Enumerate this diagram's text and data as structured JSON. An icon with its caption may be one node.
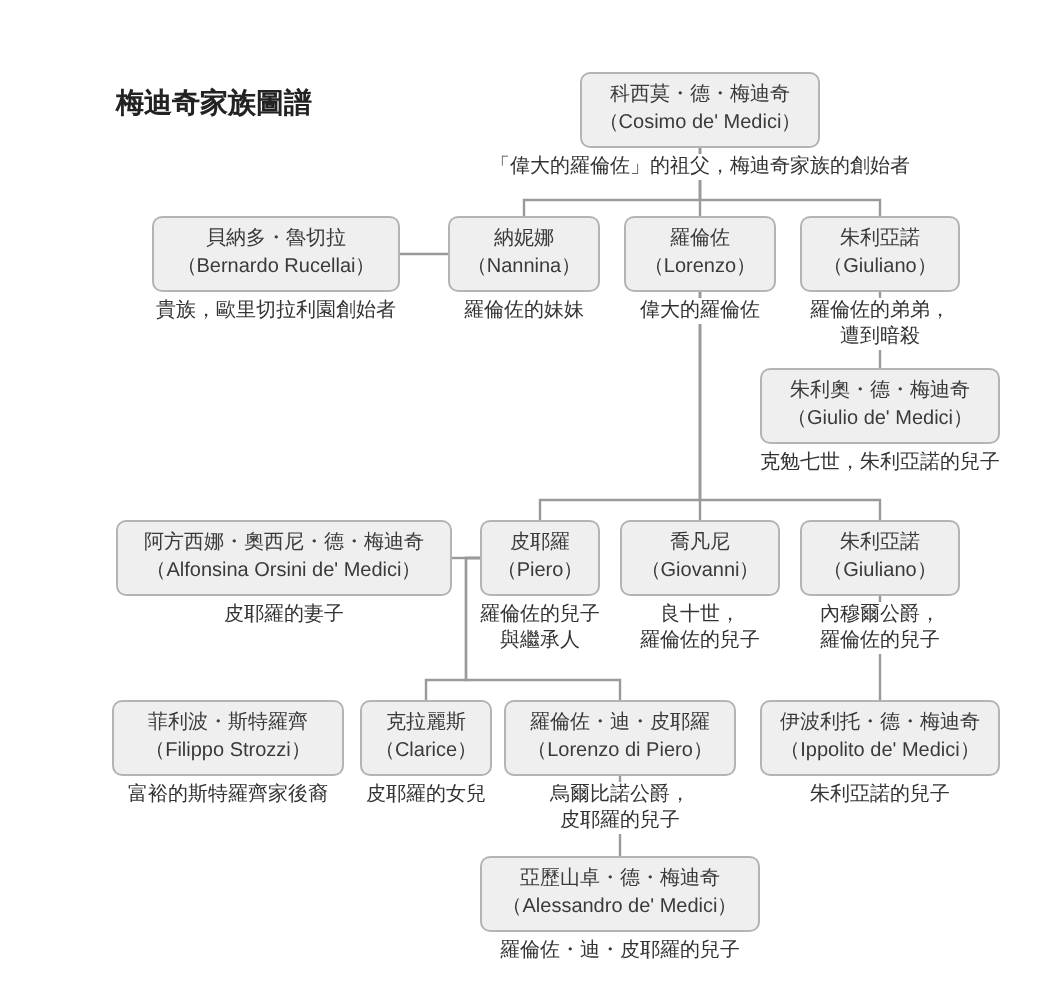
{
  "diagram": {
    "title": "梅迪奇家族圖譜",
    "nodes": [
      {
        "text": [
          "科西莫・德・梅迪奇",
          "（Cosimo de' Medici）"
        ],
        "beside": [
          "「偉大的羅倫佐」的祖父，梅迪奇家族的創始者"
        ]
      },
      {
        "text": [
          "貝納多・魯切拉",
          "（Bernardo Rucellai）"
        ],
        "beside": [
          "貴族，歐里切拉利園創始者"
        ]
      },
      {
        "text": [
          "納妮娜",
          "（Nannina）"
        ],
        "beside": [
          "羅倫佐的妹妹"
        ]
      },
      {
        "text": [
          "羅倫佐",
          "（Lorenzo）"
        ],
        "beside": [
          "偉大的羅倫佐"
        ]
      },
      {
        "text": [
          "朱利亞諾",
          "（Giuliano）"
        ],
        "beside": [
          "羅倫佐的弟弟，遭到暗殺"
        ]
      },
      {
        "text": [
          "朱利奧・德・梅迪奇",
          "（Giulio de' Medici）"
        ],
        "beside": [
          "克勉七世，朱利亞諾的兒子"
        ]
      },
      {
        "text": [
          "阿方西娜・奧西尼・德・梅迪奇",
          "（Alfonsina Orsini de' Medici）"
        ],
        "beside": [
          "皮耶羅的妻子"
        ]
      },
      {
        "text": [
          "皮耶羅",
          "（Piero）"
        ],
        "beside": [
          "羅倫佐的兒子與繼承人"
        ]
      },
      {
        "text": [
          "喬凡尼",
          "（Giovanni）"
        ],
        "beside": [
          "良十世，羅倫佐的兒子"
        ]
      },
      {
        "text": [
          "朱利亞諾",
          "（Giuliano）"
        ],
        "beside": [
          "內穆爾公爵，羅倫佐的兒子"
        ]
      },
      {
        "text": [
          "菲利波・斯特羅齊",
          "（Filippo Strozzi）"
        ],
        "beside": [
          "富裕的斯特羅齊家後裔"
        ]
      },
      {
        "text": [
          "克拉麗斯",
          "（Clarice）"
        ],
        "beside": [
          "皮耶羅的女兒"
        ]
      },
      {
        "text": [
          "羅倫佐・迪・皮耶羅",
          "（Lorenzo di Piero）"
        ],
        "beside": [
          "烏爾比諾公爵，皮耶羅的兒子"
        ]
      },
      {
        "text": [
          "伊波利托・德・梅迪奇",
          "（Ippolito de' Medici）"
        ],
        "beside": [
          "朱利亞諾的兒子"
        ]
      },
      {
        "text": [
          "亞歷山卓・德・梅迪奇",
          "（Alessandro de' Medici）"
        ],
        "beside": [
          "羅倫佐・迪・皮耶羅的兒子"
        ]
      }
    ],
    "edges": [
      {
        "from": 0,
        "to": 2,
        "arrow": "none"
      },
      {
        "from": 0,
        "to": 3,
        "arrow": "none"
      },
      {
        "from": 0,
        "to": 4,
        "arrow": "none"
      },
      {
        "from": 1,
        "to": 2,
        "arrow": "none"
      },
      {
        "from": 4,
        "to": 5,
        "arrow": "none"
      },
      {
        "from": 3,
        "to": 7,
        "arrow": "none"
      },
      {
        "from": 3,
        "to": 8,
        "arrow": "none"
      },
      {
        "from": 3,
        "to": 9,
        "arrow": "none"
      },
      {
        "from": 6,
        "to": 7,
        "arrow": "none"
      },
      {
        "from": 7,
        "to": 11,
        "arrow": "none"
      },
      {
        "from": 7,
        "to": 12,
        "arrow": "none"
      },
      {
        "from": 9,
        "to": 13,
        "arrow": "none"
      },
      {
        "from": 12,
        "to": 14,
        "arrow": "none"
      }
    ]
  }
}
